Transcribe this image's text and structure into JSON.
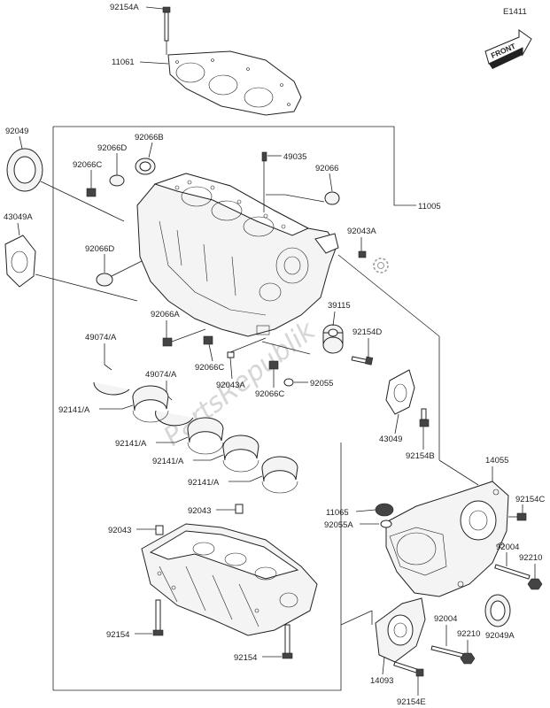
{
  "diagram_id": "E1411",
  "front_label": "FRONT",
  "watermark": "PartsRepublik",
  "parts": {
    "p92154A": "92154A",
    "p11061": "11061",
    "p92049": "92049",
    "p92066B": "92066B",
    "p92066D": "92066D",
    "p92066C_top": "92066C",
    "p49035": "49035",
    "p92066_top": "92066",
    "p11005": "11005",
    "p43049A": "43049A",
    "p92066D_mid": "92066D",
    "p92043A_right": "92043A",
    "p39115": "39115",
    "p92154D": "92154D",
    "p92066A": "92066A",
    "p49074A_1": "49074/A",
    "p49074A_2": "49074/A",
    "p92066C_mid": "92066C",
    "p92043A_mid": "92043A",
    "p92055": "92055",
    "p92066C_low": "92066C",
    "p92141A_1": "92141/A",
    "p92141A_2": "92141/A",
    "p92141A_3": "92141/A",
    "p92141A_4": "92141/A",
    "p43049": "43049",
    "p92154B": "92154B",
    "p14055": "14055",
    "p92043_1": "92043",
    "p92043_2": "92043",
    "p11065": "11065",
    "p92154C": "92154C",
    "p92055A": "92055A",
    "p92004_1": "92004",
    "p92210_1": "92210",
    "p92154_1": "92154",
    "p92004_2": "92004",
    "p92210_2": "92210",
    "p92049A": "92049A",
    "p92154_2": "92154",
    "p14093": "14093",
    "p92154E": "92154E"
  }
}
